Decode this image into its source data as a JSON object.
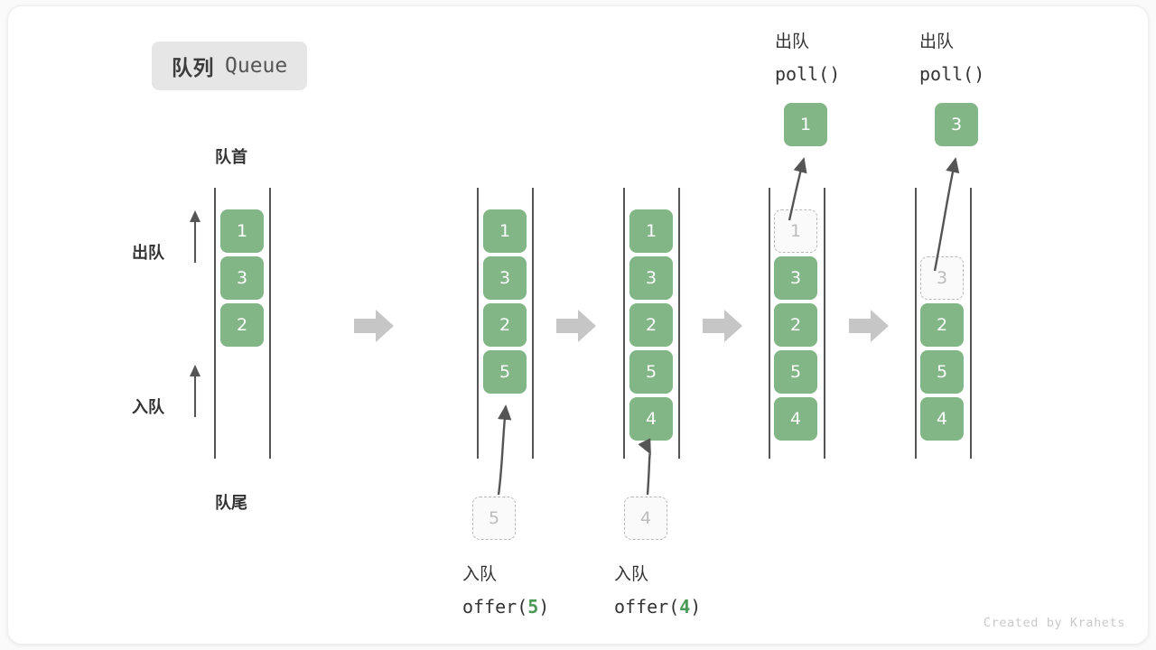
{
  "title": {
    "cn": "队列",
    "en": "Queue"
  },
  "labels": {
    "front": "队首",
    "rear": "队尾",
    "dequeue": "出队",
    "enqueue": "入队"
  },
  "watermark": "Created by Krahets",
  "colors": {
    "element": "#82b687",
    "ghost_border": "#b9b9b9",
    "ghost_text": "#bdbdbd",
    "rail": "#555555",
    "step_arrow": "#c6c6c6",
    "accent_text": "#4a9a55",
    "badge_bg": "#e6e6e6"
  },
  "side_controls": [
    {
      "label": "出队",
      "direction": "up"
    },
    {
      "label": "入队",
      "direction": "up"
    }
  ],
  "steps": [
    {
      "id": "step-1",
      "items": [
        {
          "value": "1",
          "state": "filled"
        },
        {
          "value": "3",
          "state": "filled"
        },
        {
          "value": "2",
          "state": "filled"
        }
      ],
      "incoming": null,
      "outgoing": null,
      "caption_top": null,
      "caption_bottom": null
    },
    {
      "id": "step-2",
      "items": [
        {
          "value": "1",
          "state": "filled"
        },
        {
          "value": "3",
          "state": "filled"
        },
        {
          "value": "2",
          "state": "filled"
        },
        {
          "value": "5",
          "state": "filled"
        }
      ],
      "incoming": {
        "value": "5",
        "state": "ghost"
      },
      "outgoing": null,
      "caption_top": null,
      "caption_bottom": {
        "cn": "入队",
        "fn_prefix": "offer(",
        "fn_arg": "5",
        "fn_suffix": ")"
      }
    },
    {
      "id": "step-3",
      "items": [
        {
          "value": "1",
          "state": "filled"
        },
        {
          "value": "3",
          "state": "filled"
        },
        {
          "value": "2",
          "state": "filled"
        },
        {
          "value": "5",
          "state": "filled"
        },
        {
          "value": "4",
          "state": "filled"
        }
      ],
      "incoming": {
        "value": "4",
        "state": "ghost"
      },
      "outgoing": null,
      "caption_top": null,
      "caption_bottom": {
        "cn": "入队",
        "fn_prefix": "offer(",
        "fn_arg": "4",
        "fn_suffix": ")"
      }
    },
    {
      "id": "step-4",
      "items": [
        {
          "value": "1",
          "state": "ghost"
        },
        {
          "value": "3",
          "state": "filled"
        },
        {
          "value": "2",
          "state": "filled"
        },
        {
          "value": "5",
          "state": "filled"
        },
        {
          "value": "4",
          "state": "filled"
        }
      ],
      "incoming": null,
      "outgoing": {
        "value": "1",
        "state": "filled"
      },
      "caption_top": {
        "cn": "出队",
        "fn_prefix": "poll(",
        "fn_arg": "",
        "fn_suffix": ")"
      },
      "caption_bottom": null
    },
    {
      "id": "step-5",
      "items": [
        {
          "value": "",
          "state": "empty"
        },
        {
          "value": "3",
          "state": "ghost"
        },
        {
          "value": "2",
          "state": "filled"
        },
        {
          "value": "5",
          "state": "filled"
        },
        {
          "value": "4",
          "state": "filled"
        }
      ],
      "incoming": null,
      "outgoing": {
        "value": "3",
        "state": "filled"
      },
      "caption_top": {
        "cn": "出队",
        "fn_prefix": "poll(",
        "fn_arg": "",
        "fn_suffix": ")"
      },
      "caption_bottom": null
    }
  ],
  "step_arrow_icon": "right-block-arrow"
}
